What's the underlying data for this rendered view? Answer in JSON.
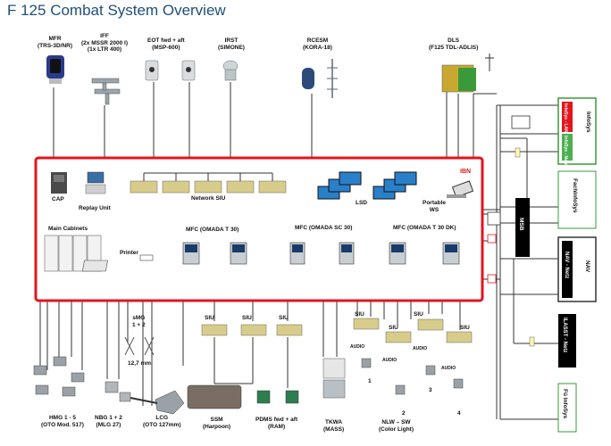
{
  "title": "F 125 Combat System Overview",
  "top_labels": {
    "mfr": [
      "MFR",
      "(TRS-3D/NR)"
    ],
    "iff": [
      "IFF",
      "(2x MSSR 2000 I)",
      "(1x LTR 400)"
    ],
    "eot": [
      "EOT  fwd + aft",
      "(MSP-600)"
    ],
    "irst": [
      "IRST",
      "(SIMONE)"
    ],
    "rcesm": [
      "RCESM",
      "(KORA-18)"
    ],
    "dls": [
      "DLS",
      "(F125 TDL-ADLIS)"
    ]
  },
  "ibn": {
    "label": "IBN",
    "cap": "CAP",
    "replay": "Replay Unit",
    "network_siu": "Network SIU",
    "lsd": "LSD",
    "portable_ws": [
      "Portable",
      "WS"
    ],
    "main_cabinets": "Main Cabinets",
    "printer": "Printer",
    "mfc1": "MFC (OMADA T 30)",
    "mfc2": "MFC (OMADA SC 30)",
    "mfc3": "MFC (OMADA T 30 DK)"
  },
  "bottom": {
    "smg": [
      "sMG",
      "1 + 2"
    ],
    "smg_cal": "12,7 mm",
    "hmg": [
      "HMG 1 - 5",
      "(OTO Mod. 517)"
    ],
    "nbg": [
      "NBG 1 + 2",
      "(MLG 27)"
    ],
    "lcg": [
      "LCG",
      "(OTO 127mm)"
    ],
    "ssm": [
      "SSM",
      "(Harpoon)"
    ],
    "pdms": [
      "PDMS  fwd + aft",
      "(RAM)"
    ],
    "tkwa": [
      "TKWA",
      "(MASS)"
    ],
    "nlw": [
      "NLW – SW",
      "(Color Light)"
    ],
    "siu": "SIU",
    "audio": "AUDIO",
    "nums": [
      "1",
      "2",
      "3",
      "4"
    ]
  },
  "side": {
    "infosys": "InfoSys",
    "infosys_red": "InfoSys - LAN",
    "infosys_green": "InfoSys - Netz",
    "fachinfosys": "FachInfoSys",
    "msb": "MSB",
    "nav": "NAV",
    "nav_netz": "NAV - Netz",
    "ilass": "ILASST - Netz",
    "fue": "Fü InfoSys"
  },
  "colors": {
    "ibn_red": "#e3151c",
    "title_blue": "#1f4f7a",
    "green": "#4caf50",
    "cabinet_tan": "#d8cc8a"
  }
}
